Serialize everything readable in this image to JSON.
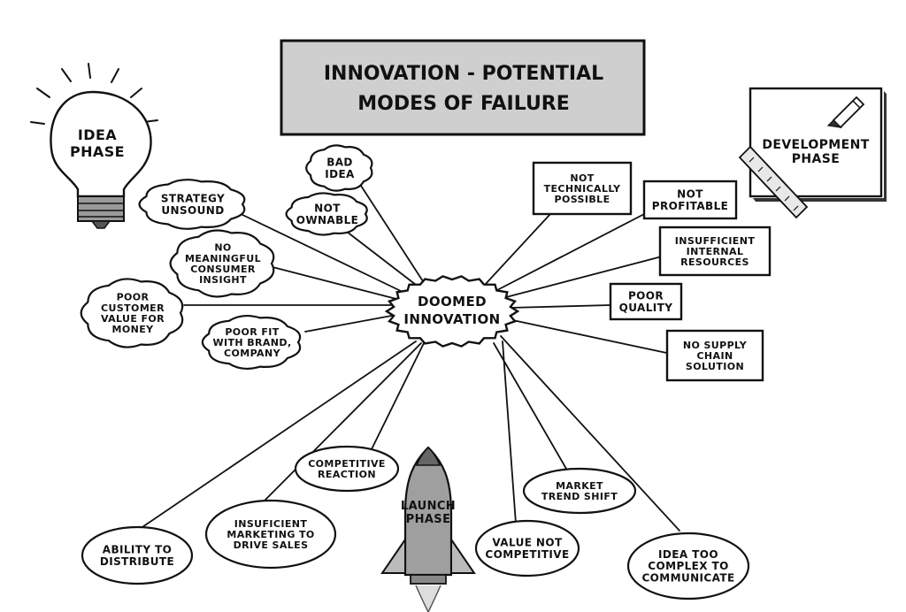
{
  "title": {
    "line1": "INNOVATION - POTENTIAL",
    "line2": "MODES OF FAILURE"
  },
  "center": {
    "line1": "DOOMED",
    "line2": "INNOVATION"
  },
  "phases": {
    "idea": {
      "line1": "IDEA",
      "line2": "PHASE"
    },
    "development": {
      "line1": "DEVELOPMENT",
      "line2": "PHASE"
    },
    "launch": {
      "line1": "LAUNCH",
      "line2": "PHASE"
    }
  },
  "idea_failures": [
    {
      "id": "bad-idea",
      "lines": [
        "BAD",
        "IDEA"
      ]
    },
    {
      "id": "not-ownable",
      "lines": [
        "NOT",
        "OWNABLE"
      ]
    },
    {
      "id": "strategy-unsound",
      "lines": [
        "STRATEGY",
        "UNSOUND"
      ]
    },
    {
      "id": "no-meaningful-consumer-insight",
      "lines": [
        "NO",
        "MEANINGFUL",
        "CONSUMER",
        "INSIGHT"
      ]
    },
    {
      "id": "poor-customer-value",
      "lines": [
        "POOR",
        "CUSTOMER",
        "VALUE FOR",
        "MONEY"
      ]
    },
    {
      "id": "poor-fit-brand",
      "lines": [
        "POOR FIT",
        "WITH BRAND,",
        "COMPANY"
      ]
    }
  ],
  "development_failures": [
    {
      "id": "not-technically-possible",
      "lines": [
        "NOT",
        "TECHNICALLY",
        "POSSIBLE"
      ]
    },
    {
      "id": "not-profitable",
      "lines": [
        "NOT",
        "PROFITABLE"
      ]
    },
    {
      "id": "insufficient-internal-resources",
      "lines": [
        "INSUFFICIENT",
        "INTERNAL",
        "RESOURCES"
      ]
    },
    {
      "id": "poor-quality",
      "lines": [
        "POOR",
        "QUALITY"
      ]
    },
    {
      "id": "no-supply-chain-solution",
      "lines": [
        "NO SUPPLY",
        "CHAIN",
        "SOLUTION"
      ]
    }
  ],
  "launch_failures": [
    {
      "id": "competitive-reaction",
      "lines": [
        "COMPETITIVE",
        "REACTION"
      ]
    },
    {
      "id": "insufficient-marketing",
      "lines": [
        "INSUFICIENT",
        "MARKETING TO",
        "DRIVE SALES"
      ]
    },
    {
      "id": "ability-to-distribute",
      "lines": [
        "ABILITY TO",
        "DISTRIBUTE"
      ]
    },
    {
      "id": "market-trend-shift",
      "lines": [
        "MARKET",
        "TREND SHIFT"
      ]
    },
    {
      "id": "value-not-competitive",
      "lines": [
        "VALUE NOT",
        "COMPETITIVE"
      ]
    },
    {
      "id": "idea-too-complex",
      "lines": [
        "IDEA TOO",
        "COMPLEX TO",
        "COMMUNICATE"
      ]
    }
  ]
}
